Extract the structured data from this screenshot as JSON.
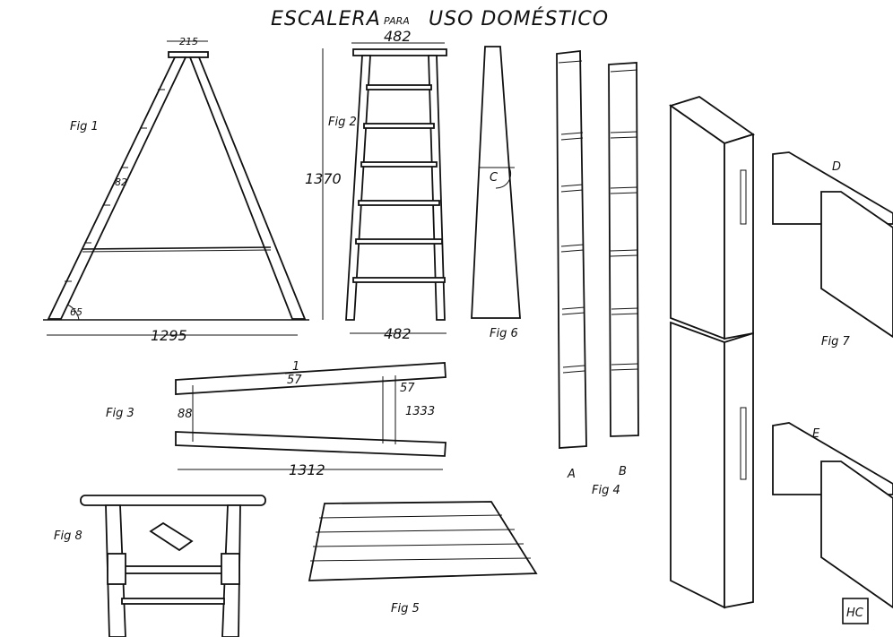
{
  "title": {
    "part1": "ESCALERA",
    "part2": "PARA",
    "part3": "USO DOMÉSTICO"
  },
  "figures": {
    "fig1": {
      "label": "Fig 1",
      "top_width": "215",
      "angle_rung": "82",
      "base_angle": "65",
      "base_span": "1295"
    },
    "fig2": {
      "label": "Fig 2",
      "top_width": "482",
      "height": "1370",
      "bottom_width": "482"
    },
    "fig3": {
      "label": "Fig 3",
      "slope_num": "1",
      "slope_den": "57",
      "left_dim": "88",
      "right_dim_top": "57",
      "right_dim": "1333",
      "length": "1312"
    },
    "fig4": {
      "label": "Fig 4",
      "piece_a": "A",
      "piece_b": "B"
    },
    "fig5": {
      "label": "Fig 5"
    },
    "fig6": {
      "label": "Fig 6",
      "angle": "C"
    },
    "fig7": {
      "label": "Fig 7",
      "joint_d": "D",
      "joint_e": "E"
    },
    "fig8": {
      "label": "Fig 8"
    }
  },
  "monogram": "HC"
}
